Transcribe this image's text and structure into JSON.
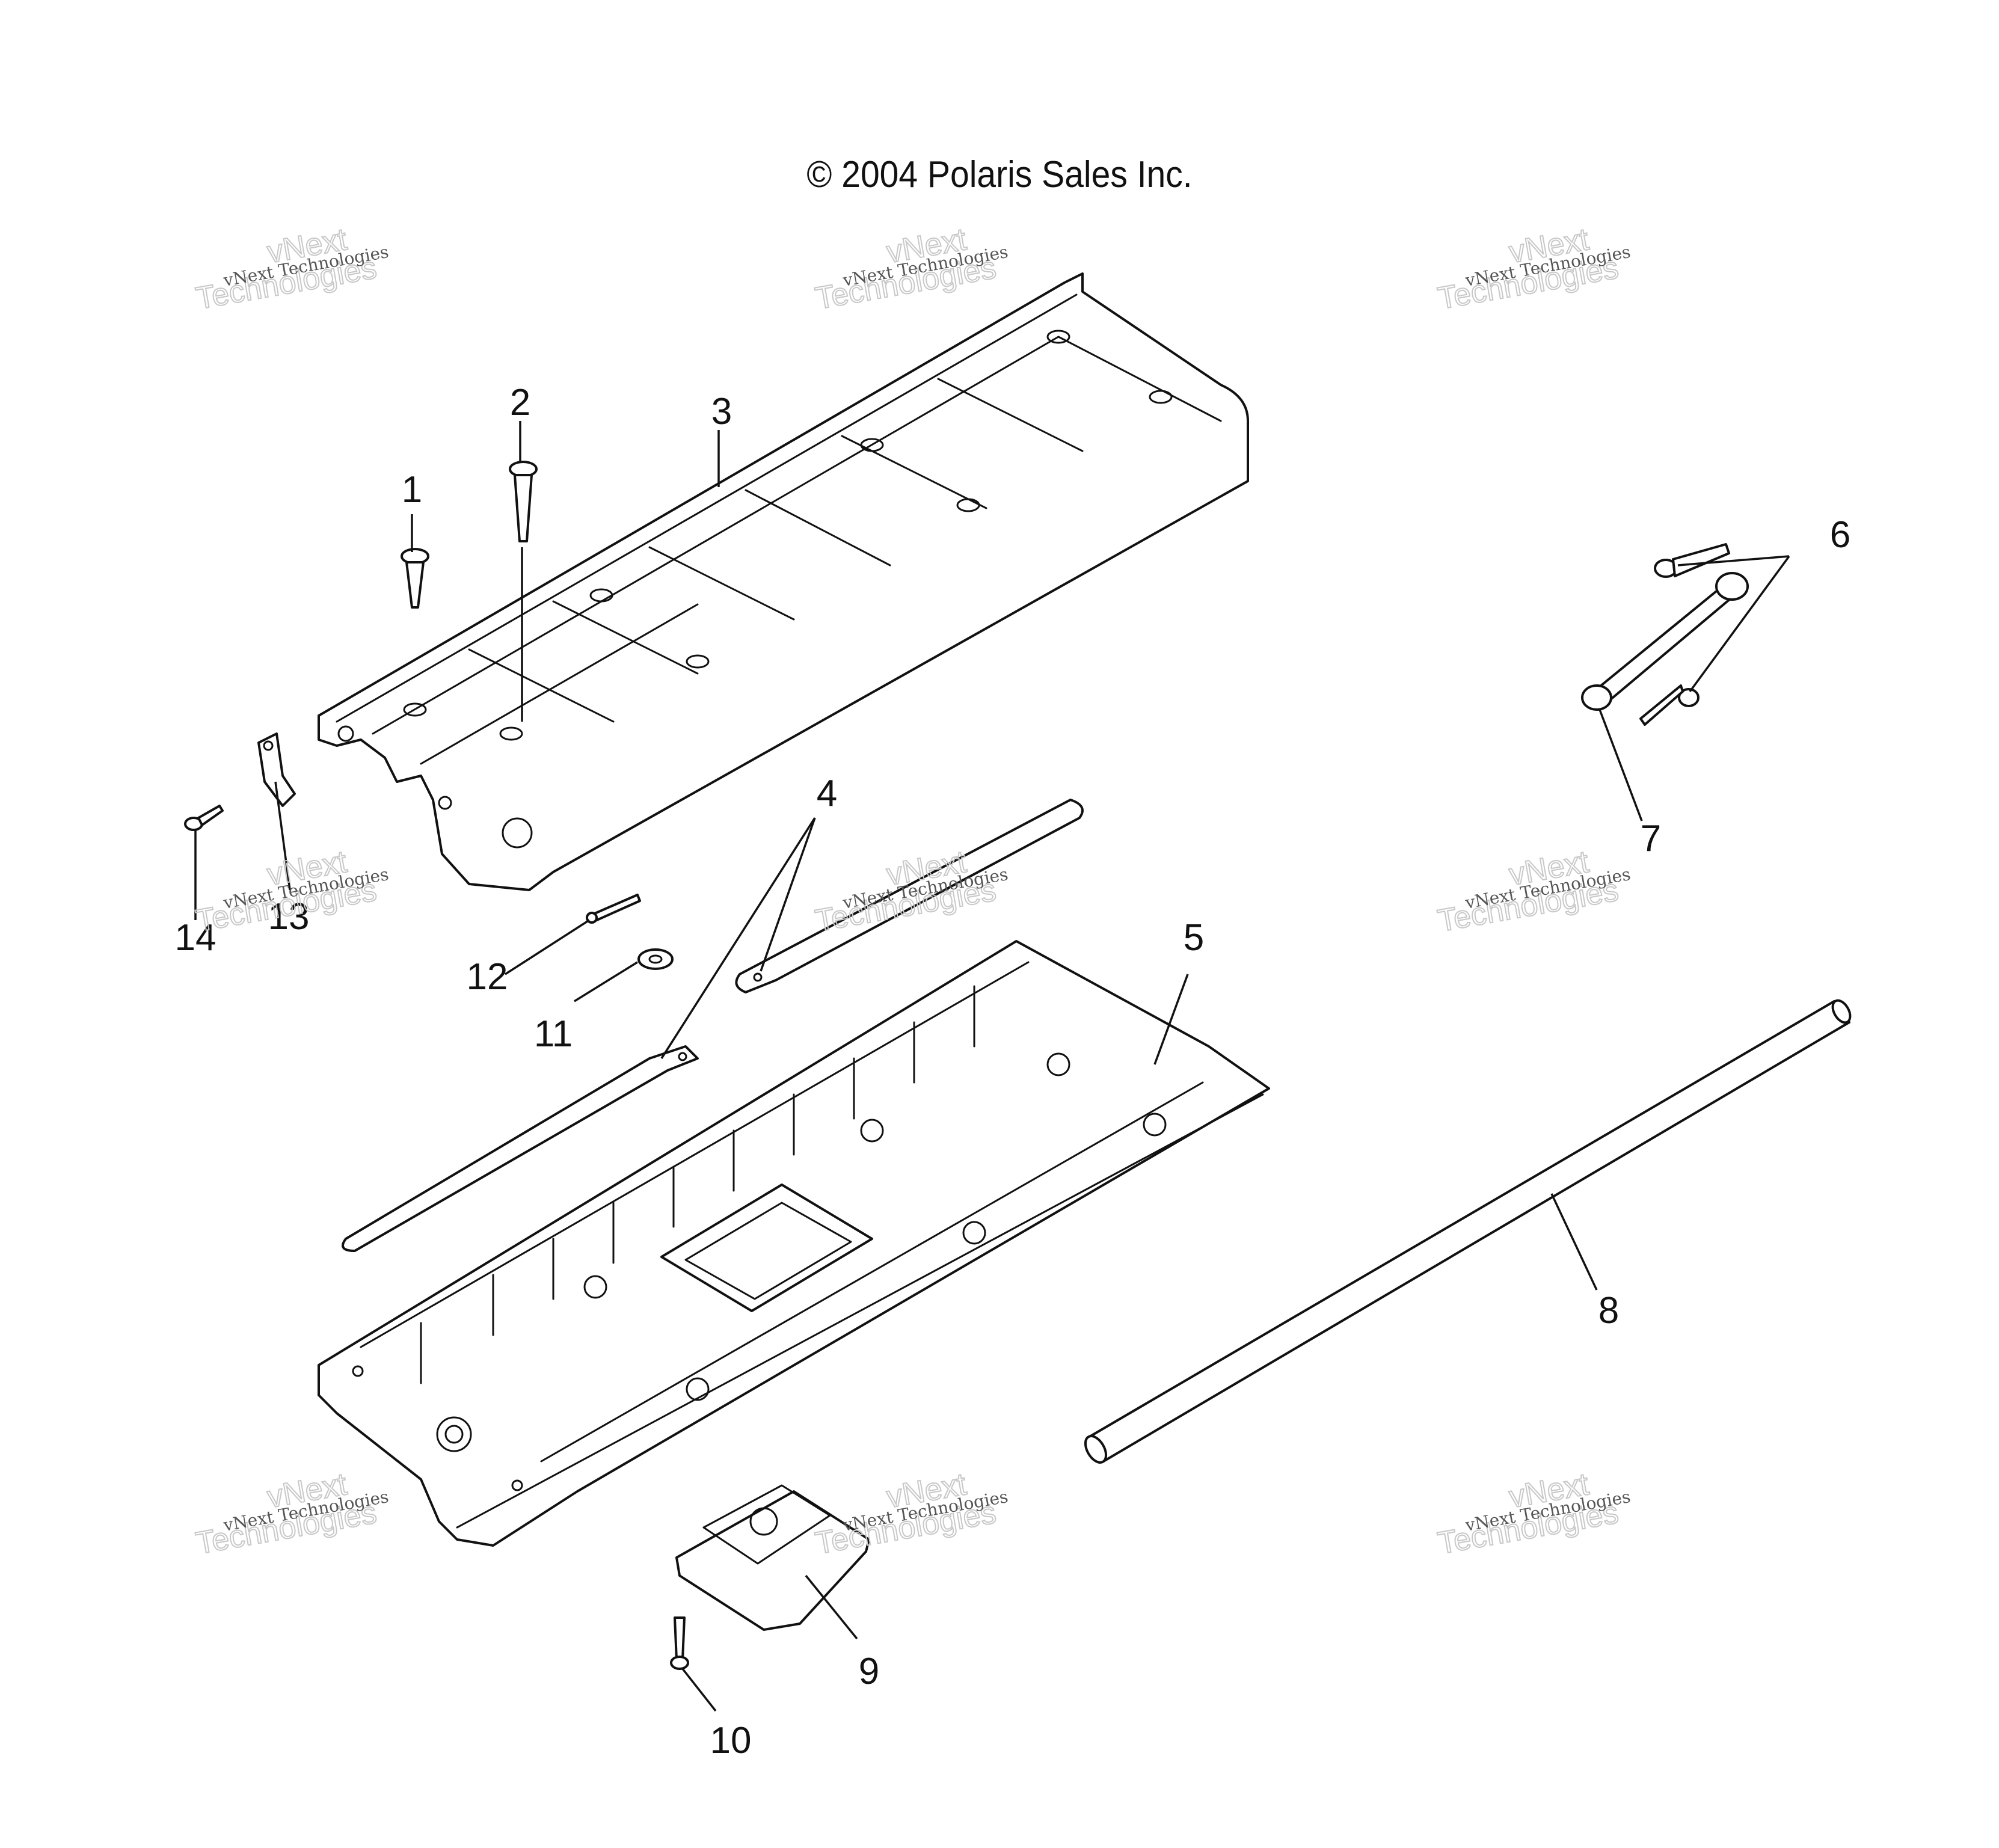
{
  "copyright": "© 2004 Polaris Sales Inc.",
  "watermark": {
    "line_small": "vNext Technologies",
    "line_big_top": "vNext",
    "line_big_bottom": "Technologies"
  },
  "callouts": {
    "c1": "1",
    "c2": "2",
    "c3": "3",
    "c4": "4",
    "c5": "5",
    "c6": "6",
    "c7": "7",
    "c8": "8",
    "c9": "9",
    "c10": "10",
    "c11": "11",
    "c12": "12",
    "c13": "13",
    "c14": "14"
  }
}
